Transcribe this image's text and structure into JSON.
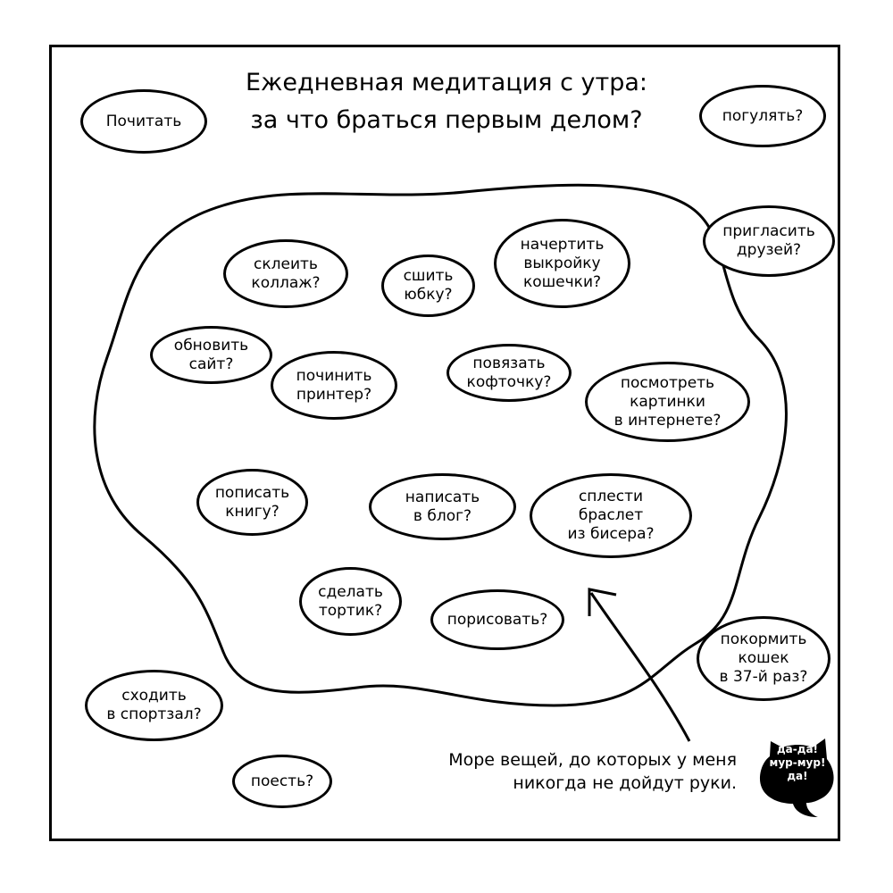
{
  "title": {
    "line1": "Ежедневная медитация с утра:",
    "line2": "за что браться первым делом?"
  },
  "outside_bubbles": [
    "Почитать",
    "погулять?",
    "пригласить\nдрузей?",
    "покормить\nкошек\nв 37-й раз?",
    "сходить\nв спортзал?",
    "поесть?"
  ],
  "inside_bubbles": [
    "склеить\nколлаж?",
    "сшить\nюбку?",
    "начертить\nвыкройку\nкошечки?",
    "обновить\nсайт?",
    "починить\nпринтер?",
    "повязать\nкофточку?",
    "посмотреть\nкартинки\nв интернете?",
    "пописать\nкнигу?",
    "написать\nв блог?",
    "сплести\nбраслет\nиз бисера?",
    "сделать\nтортик?",
    "порисовать?"
  ],
  "caption": "Море вещей, до которых у меня\nникогда не дойдут руки.",
  "cat_speech": "да-да!\nмур-мур!\nда!"
}
